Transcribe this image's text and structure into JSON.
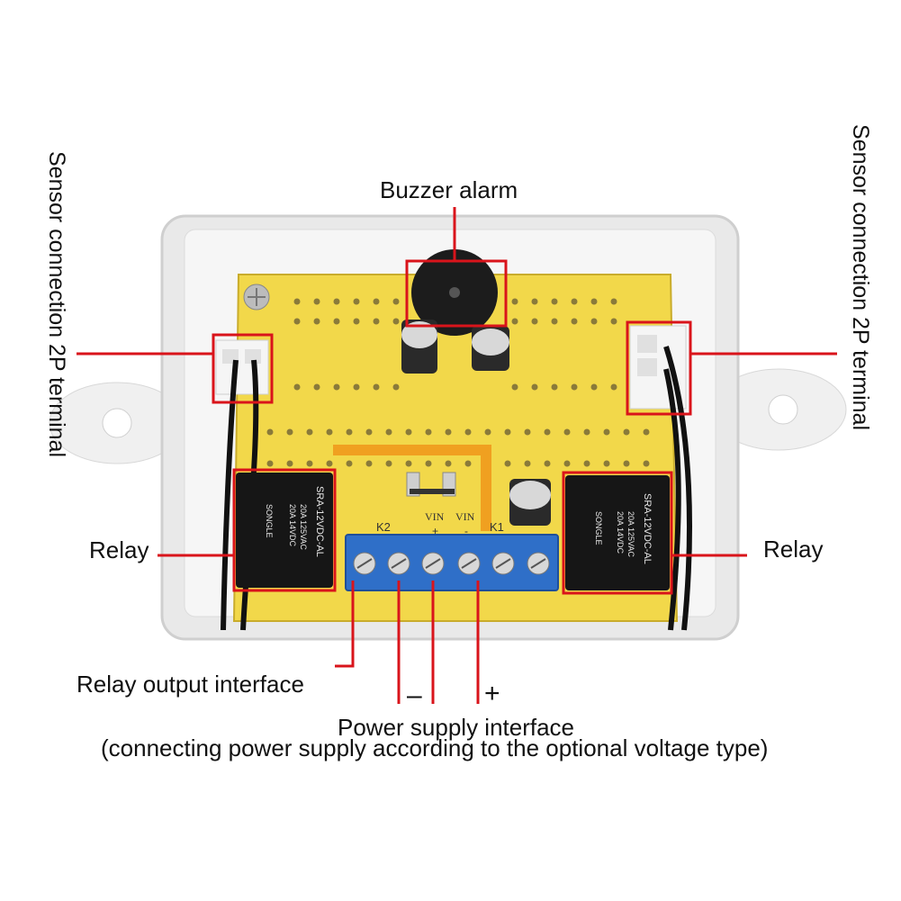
{
  "labels": {
    "buzzer": "Buzzer alarm",
    "sensor_left": "Sensor connection 2P terminal",
    "sensor_right": "Sensor connection 2P terminal",
    "relay_left": "Relay",
    "relay_right": "Relay",
    "relay_output": "Relay output interface",
    "minus": "–",
    "plus": "+",
    "power_line1": "Power supply interface",
    "power_line2": "(connecting power supply according to the optional voltage type)"
  },
  "board_text": {
    "k2": "K2",
    "k1": "K1",
    "vin_plus": "VIN",
    "vin_minus": "VIN",
    "plus_mark": "+",
    "minus_mark": "-",
    "relay_model": "SRA-12VDC-AL",
    "relay_rating1": "20A 14VDC",
    "relay_rating2": "20A 125VAC",
    "relay_brand": "SONGLE"
  },
  "colors": {
    "callout": "#d9141b",
    "pcb": "#f2d84a",
    "case": "#e8e8e8",
    "terminal_block": "#2f6fc8"
  }
}
